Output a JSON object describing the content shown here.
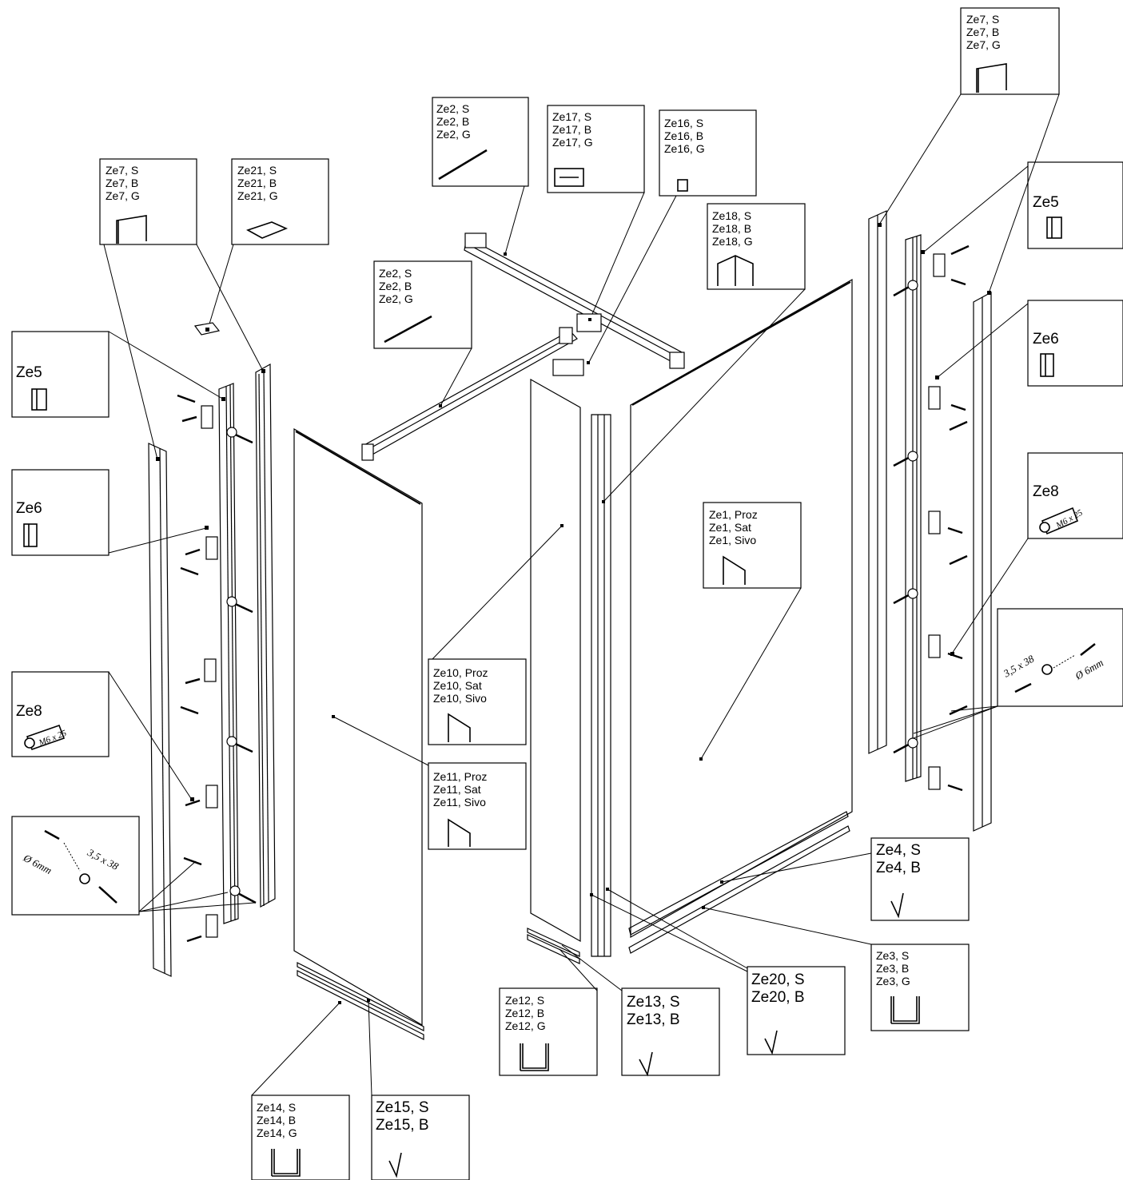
{
  "callouts": {
    "ze7_left": [
      "Ze7, S",
      "Ze7, B",
      "Ze7, G"
    ],
    "ze21": [
      "Ze21, S",
      "Ze21, B",
      "Ze21, G"
    ],
    "ze5_left": [
      "Ze5"
    ],
    "ze6_left": [
      "Ze6"
    ],
    "ze8_left": [
      "Ze8"
    ],
    "ze2_top": [
      "Ze2, S",
      "Ze2, B",
      "Ze2, G"
    ],
    "ze2_mid": [
      "Ze2, S",
      "Ze2, B",
      "Ze2, G"
    ],
    "ze17": [
      "Ze17, S",
      "Ze17, B",
      "Ze17, G"
    ],
    "ze16": [
      "Ze16, S",
      "Ze16, B",
      "Ze16, G"
    ],
    "ze18": [
      "Ze18, S",
      "Ze18, B",
      "Ze18, G"
    ],
    "ze7_right": [
      "Ze7, S",
      "Ze7, B",
      "Ze7, G"
    ],
    "ze5_right": [
      "Ze5"
    ],
    "ze6_right": [
      "Ze6"
    ],
    "ze8_right": [
      "Ze8"
    ],
    "ze1": [
      "Ze1, Proz",
      "Ze1, Sat",
      "Ze1, Sivo"
    ],
    "ze10": [
      "Ze10, Proz",
      "Ze10, Sat",
      "Ze10, Sivo"
    ],
    "ze11": [
      "Ze11, Proz",
      "Ze11, Sat",
      "Ze11, Sivo"
    ],
    "ze4": [
      "Ze4, S",
      "Ze4, B"
    ],
    "ze3": [
      "Ze3, S",
      "Ze3, B",
      "Ze3, G"
    ],
    "ze20": [
      "Ze20, S",
      "Ze20, B"
    ],
    "ze13": [
      "Ze13, S",
      "Ze13, B"
    ],
    "ze12": [
      "Ze12, S",
      "Ze12, B",
      "Ze12, G"
    ],
    "ze14": [
      "Ze14, S",
      "Ze14, B",
      "Ze14, G"
    ],
    "ze15": [
      "Ze15, S",
      "Ze15, B"
    ]
  },
  "hardware": {
    "screw_m6": "M6 x 25",
    "screw_35": "3,5 x 38",
    "dowel_6": "Ø 6mm"
  },
  "colors": {
    "stroke": "#000000",
    "background": "#ffffff"
  }
}
